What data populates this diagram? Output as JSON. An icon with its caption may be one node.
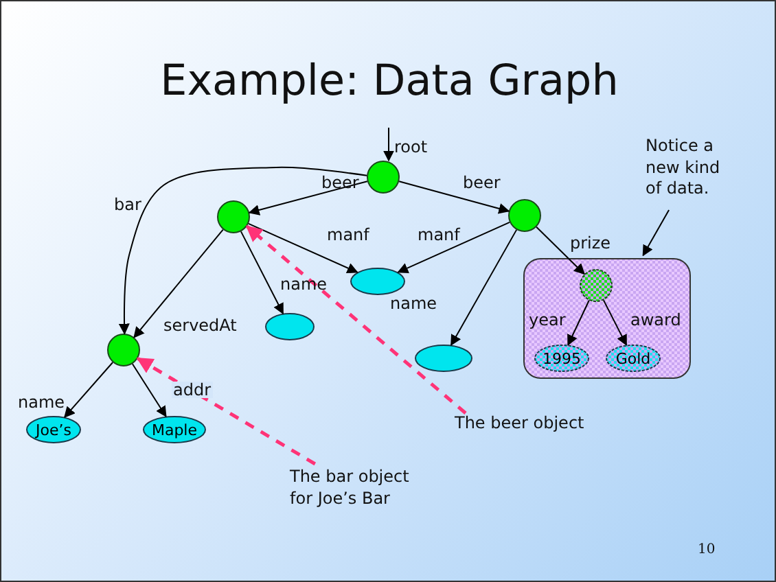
{
  "diagram": {
    "title": "Example: Data Graph",
    "nodes": [
      {
        "text": [],
        "shape": "circle"
      },
      {
        "text": [],
        "shape": "circle"
      },
      {
        "text": [],
        "shape": "circle"
      },
      {
        "text": [],
        "shape": "circle"
      },
      {
        "text": [],
        "shape": "ellipse"
      },
      {
        "text": [],
        "shape": "ellipse"
      },
      {
        "text": [
          "Joe’s"
        ]
      },
      {
        "text": [
          "Maple"
        ]
      },
      {
        "text": [],
        "shape": "ellipse"
      },
      {
        "text": [],
        "shape": "box"
      },
      {
        "text": [],
        "shape": "circle",
        "in": 9
      },
      {
        "text": [
          "1995"
        ],
        "in": 9
      },
      {
        "text": [
          "Gold"
        ],
        "in": 9
      },
      {
        "text": [
          "Notice a new kind of data."
        ]
      },
      {
        "text": [
          "The beer object"
        ]
      },
      {
        "text": [
          "The bar object for Joe’s Bar"
        ]
      }
    ],
    "edges": [
      {
        "from": null,
        "to": 0,
        "arrow": "to",
        "label": "root"
      },
      {
        "from": 0,
        "to": 1,
        "arrow": "to",
        "label": "beer"
      },
      {
        "from": 0,
        "to": 2,
        "arrow": "to",
        "label": "beer"
      },
      {
        "from": 0,
        "to": 3,
        "arrow": "to",
        "label": "bar"
      },
      {
        "from": 1,
        "to": 4,
        "arrow": "to",
        "label": "manf"
      },
      {
        "from": 1,
        "to": 5,
        "arrow": "to",
        "label": "name"
      },
      {
        "from": 1,
        "to": 3,
        "arrow": "to",
        "label": "servedAt"
      },
      {
        "from": 2,
        "to": 4,
        "arrow": "to",
        "label": "manf"
      },
      {
        "from": 2,
        "to": 8,
        "arrow": "to",
        "label": "name"
      },
      {
        "from": 2,
        "to": 10,
        "arrow": "to",
        "label": "prize"
      },
      {
        "from": 10,
        "to": 11,
        "arrow": "to",
        "label": "year"
      },
      {
        "from": 10,
        "to": 12,
        "arrow": "to",
        "label": "award"
      },
      {
        "from": 3,
        "to": 6,
        "arrow": "to",
        "label": "name"
      },
      {
        "from": 3,
        "to": 7,
        "arrow": "to",
        "label": "addr"
      },
      {
        "from": 13,
        "to": 9,
        "arrow": "to"
      },
      {
        "from": 14,
        "to": 1,
        "arrow": "to",
        "style": "dashed",
        "color": "#ff3377"
      },
      {
        "from": 15,
        "to": 3,
        "arrow": "to",
        "style": "dashed",
        "color": "#ff3377"
      }
    ],
    "labels": [
      "10"
    ]
  }
}
